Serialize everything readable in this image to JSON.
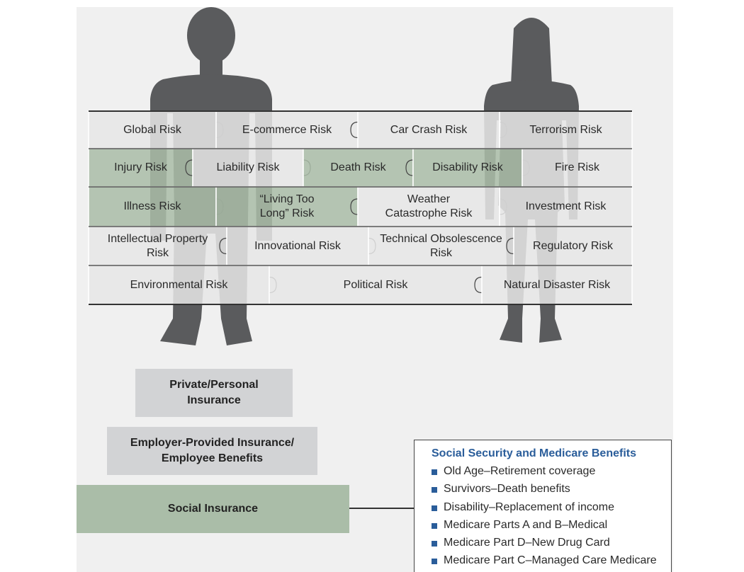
{
  "risks": [
    [
      "Global Risk",
      "E-commerce Risk",
      "Car Crash Risk",
      "Terrorism Risk"
    ],
    [
      "Injury Risk",
      "Liability Risk",
      "Death Risk",
      "Disability Risk",
      "Fire Risk"
    ],
    [
      "Illness Risk",
      "“Living Too\nLong” Risk",
      "Weather\nCatastrophe Risk",
      "Investment Risk"
    ],
    [
      "Intellectual Property\nRisk",
      "Innovational Risk",
      "Technical Obsolescence\nRisk",
      "Regulatory Risk"
    ],
    [
      "Environmental Risk",
      "Political Risk",
      "Natural Disaster Risk"
    ]
  ],
  "tiers": {
    "private": "Private/Personal\nInsurance",
    "employer": "Employer-Provided Insurance/\nEmployee Benefits",
    "social": "Social Insurance"
  },
  "benefits": {
    "title": "Social Security and Medicare Benefits",
    "items": [
      "Old Age–Retirement coverage",
      "Survivors–Death benefits",
      "Disability–Replacement of income",
      "Medicare Parts A and B–Medical",
      "Medicare Part D–New Drug Card",
      "Medicare Part C–Managed Care Medicare"
    ]
  },
  "colors": {
    "panel": "#f0f0f0",
    "silhouette": "#5a5b5d",
    "puzzle_gray": "#e6e6e6",
    "puzzle_green": "#aabda8",
    "tier_gray": "#d2d3d5",
    "tier_green": "#aabda8",
    "benefit_blue": "#2a5d9a"
  }
}
